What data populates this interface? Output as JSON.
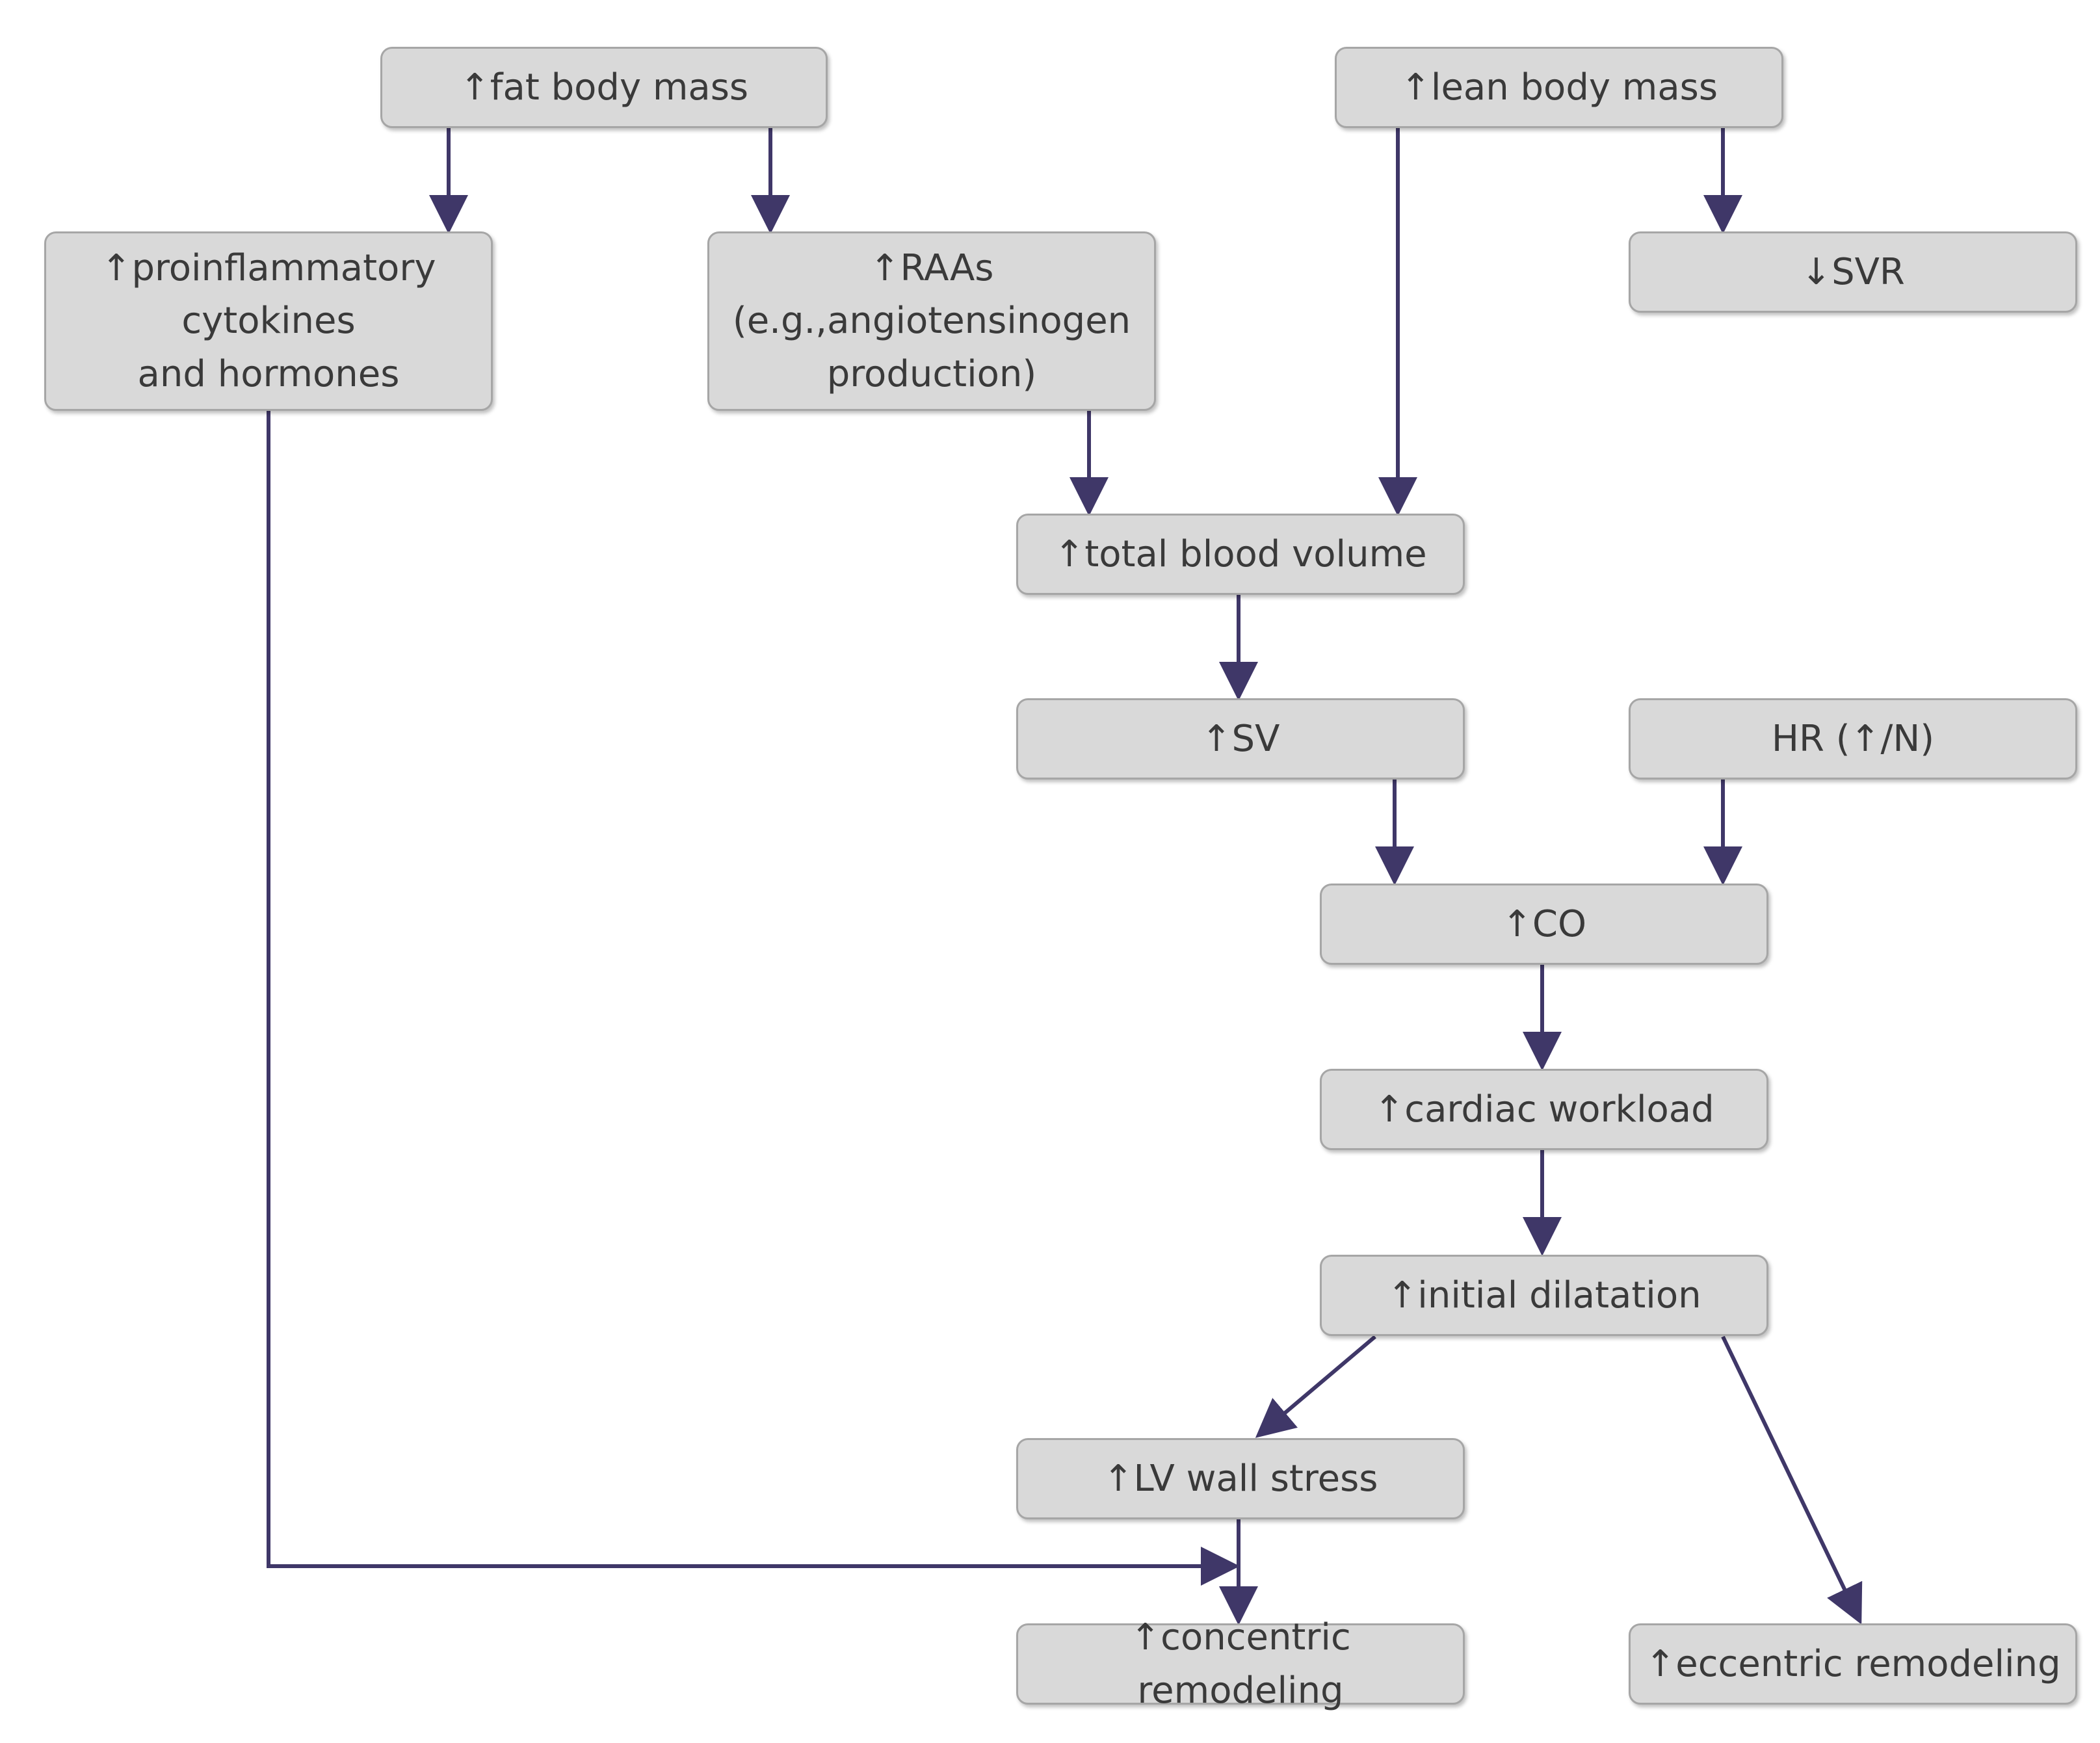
{
  "colors": {
    "box_fill": "#d9d9d9",
    "box_border": "#a6a6a6",
    "text": "#3a3a3a",
    "arrow": "#3f3768"
  },
  "nodes": {
    "fat_body_mass": "↑fat body mass",
    "lean_body_mass": "↑lean body mass",
    "proinflammatory": [
      "↑proinflammatory",
      "cytokines",
      "and hormones"
    ],
    "raas": [
      "↑RAAs",
      "(e.g.,angiotensinogen",
      "production)"
    ],
    "svr": "↓SVR",
    "total_blood_volume": "↑total blood volume",
    "sv": "↑SV",
    "hr": "HR (↑/N)",
    "co": "↑CO",
    "cardiac_workload": "↑cardiac workload",
    "initial_dilatation": "↑initial dilatation",
    "lv_wall_stress": "↑LV wall stress",
    "concentric_remodeling": "↑concentric remodeling",
    "eccentric_remodeling": "↑eccentric remodeling"
  }
}
